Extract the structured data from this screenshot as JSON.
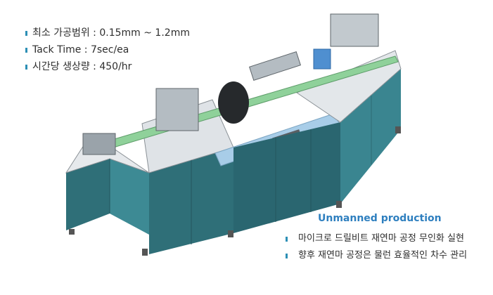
{
  "specs": [
    "최소 가공범위 : 0.15mm ~ 1.2mm",
    "Tack Time : 7sec/ea",
    "시간당 생상량 : 450/hr"
  ],
  "highlight": "Unmanned production",
  "features": [
    "마이크로 드릴비트 재연마 공정 무인화 실현",
    "향후 재연마 공정은 물런 효율적인 차수 관리"
  ],
  "colors": {
    "accent": "#2e7fbf",
    "bullet": "#2c8fb5",
    "cabinet": "#2f6f78",
    "conveyor": "#8fd19a",
    "panel": "#a8cde8"
  }
}
